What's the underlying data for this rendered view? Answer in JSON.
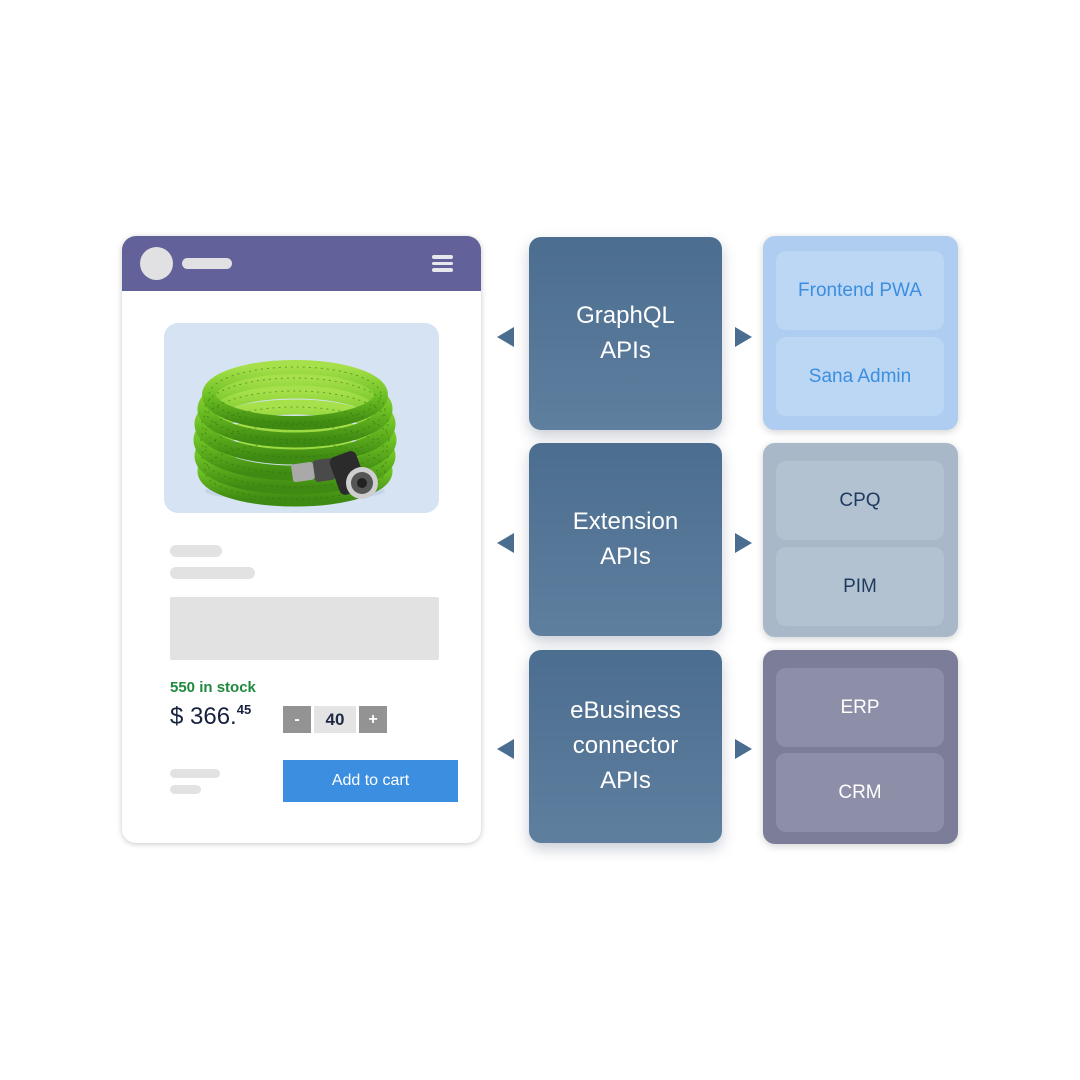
{
  "storefront": {
    "stock_label": "550 in stock",
    "price_main": "$ 366.",
    "price_cents": "45",
    "qty_minus": "-",
    "qty_value": "40",
    "qty_plus": "+",
    "add_to_cart": "Add to cart",
    "product_image": "green-garden-hose"
  },
  "apis": [
    {
      "label": "GraphQL\nAPIs"
    },
    {
      "label": "Extension\nAPIs"
    },
    {
      "label": "eBusiness\nconnector\nAPIs"
    }
  ],
  "groups": [
    {
      "items": [
        "Frontend PWA",
        "Sana Admin"
      ],
      "color": "#aecdf1"
    },
    {
      "items": [
        "CPQ",
        "PIM"
      ],
      "color": "#a8b8c8"
    },
    {
      "items": [
        "ERP",
        "CRM"
      ],
      "color": "#7c7d98"
    }
  ],
  "colors": {
    "header": "#636199",
    "api_box": "#54779a",
    "accent_button": "#3b8ee0",
    "stock_green": "#1f8a3e"
  }
}
